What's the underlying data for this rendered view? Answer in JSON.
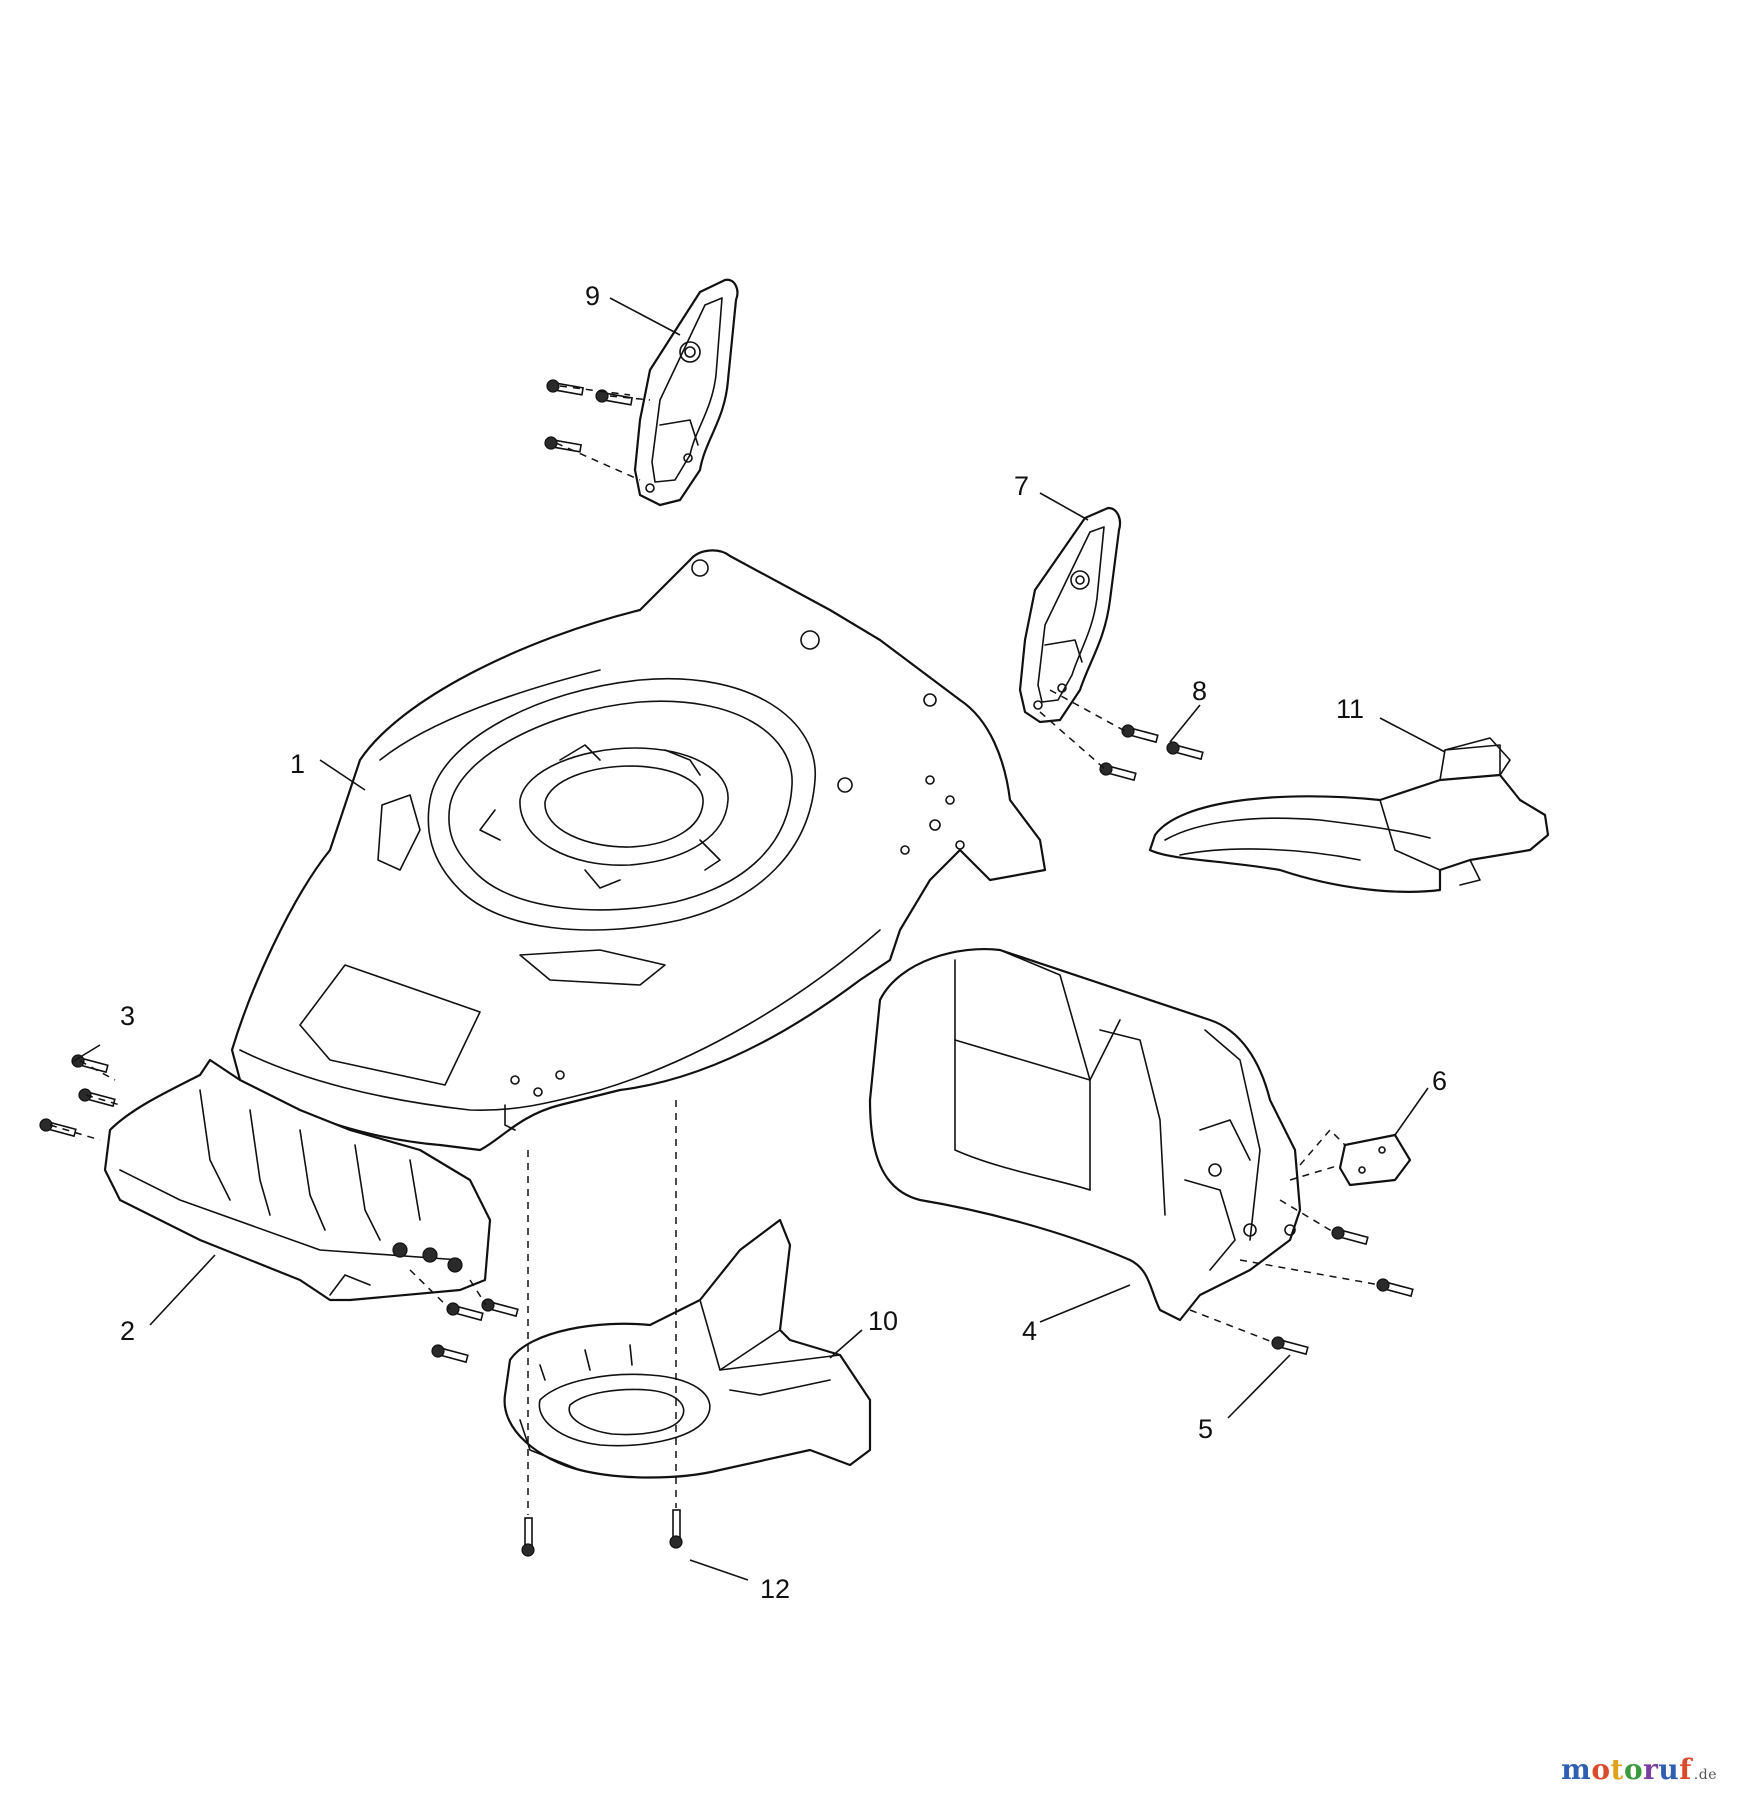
{
  "callouts": {
    "c1": "1",
    "c2": "2",
    "c3": "3",
    "c4": "4",
    "c5": "5",
    "c6": "6",
    "c7": "7",
    "c8": "8",
    "c9": "9",
    "c10": "10",
    "c11": "11",
    "c12": "12"
  },
  "watermark": {
    "letters": [
      "m",
      "o",
      "t",
      "o",
      "r",
      "u",
      "f"
    ],
    "suffix": ".de",
    "colors": [
      "#2f5fb0",
      "#d94b2b",
      "#e0a11c",
      "#3a9a3c",
      "#7a3fa0"
    ]
  }
}
